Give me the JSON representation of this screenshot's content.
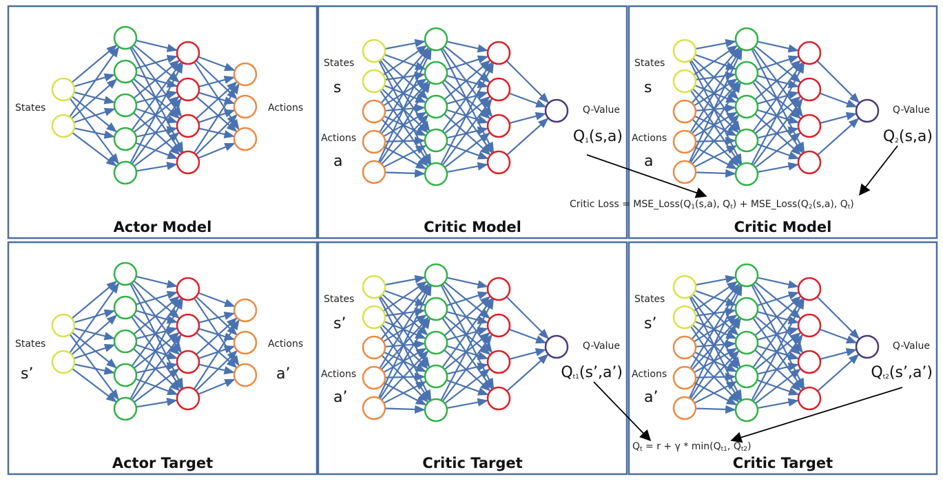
{
  "colors": {
    "frame": "#4a6ea0",
    "edge": "#4a72b0",
    "input": "#d8e24a",
    "hidden1": "#2fb345",
    "hidden2": "#dd1f26",
    "action": "#ec8a44",
    "qnode": "#4a3a78",
    "arrow": "#000000"
  },
  "panels": [
    {
      "id": "actor-model",
      "title": "Actor Model",
      "type": "actor",
      "states_label": "States",
      "actions_label": "Actions",
      "state_var": "",
      "action_var": ""
    },
    {
      "id": "critic-model-1",
      "title": "Critic Model",
      "type": "critic",
      "states_label": "States",
      "actions_label": "Actions",
      "state_var": "s",
      "action_var": "a",
      "q_label": "Q-Value",
      "q_main": "Q",
      "q_sub": "1",
      "q_args": "(s,a)"
    },
    {
      "id": "critic-model-2",
      "title": "Critic Model",
      "type": "critic",
      "states_label": "States",
      "actions_label": "Actions",
      "state_var": "s",
      "action_var": "a",
      "q_label": "Q-Value",
      "q_main": "Q",
      "q_sub": "2",
      "q_args": "(s,a)"
    },
    {
      "id": "actor-target",
      "title": "Actor Target",
      "type": "actor",
      "states_label": "States",
      "actions_label": "Actions",
      "state_var": "s’",
      "action_var": "a’"
    },
    {
      "id": "critic-target-1",
      "title": "Critic Target",
      "type": "critic",
      "states_label": "States",
      "actions_label": "Actions",
      "state_var": "s’",
      "action_var": "a’",
      "q_label": "Q-Value",
      "q_main": "Q",
      "q_sub": "t1",
      "q_args": "(s’,a’)"
    },
    {
      "id": "critic-target-2",
      "title": "Critic Target",
      "type": "critic",
      "states_label": "States",
      "actions_label": "Actions",
      "state_var": "s’",
      "action_var": "a’",
      "q_label": "Q-Value",
      "q_main": "Q",
      "q_sub": "t2",
      "q_args": "(s’,a’)"
    }
  ],
  "critic_loss": [
    {
      "t": "Critic Loss = MSE_Loss(Q"
    },
    {
      "t": "1",
      "sub": true
    },
    {
      "t": "(s,a), Q"
    },
    {
      "t": "t",
      "sub": true
    },
    {
      "t": ") + MSE_Loss(Q"
    },
    {
      "t": "2",
      "sub": true
    },
    {
      "t": "(s,a), Q"
    },
    {
      "t": "t",
      "sub": true
    },
    {
      "t": ")"
    }
  ],
  "target_eq": [
    {
      "t": "Q"
    },
    {
      "t": "t",
      "sub": true
    },
    {
      "t": " = r + γ * min(Q"
    },
    {
      "t": "t1",
      "sub": true
    },
    {
      "t": ", Q"
    },
    {
      "t": "t2",
      "sub": true
    },
    {
      "t": ")"
    }
  ]
}
